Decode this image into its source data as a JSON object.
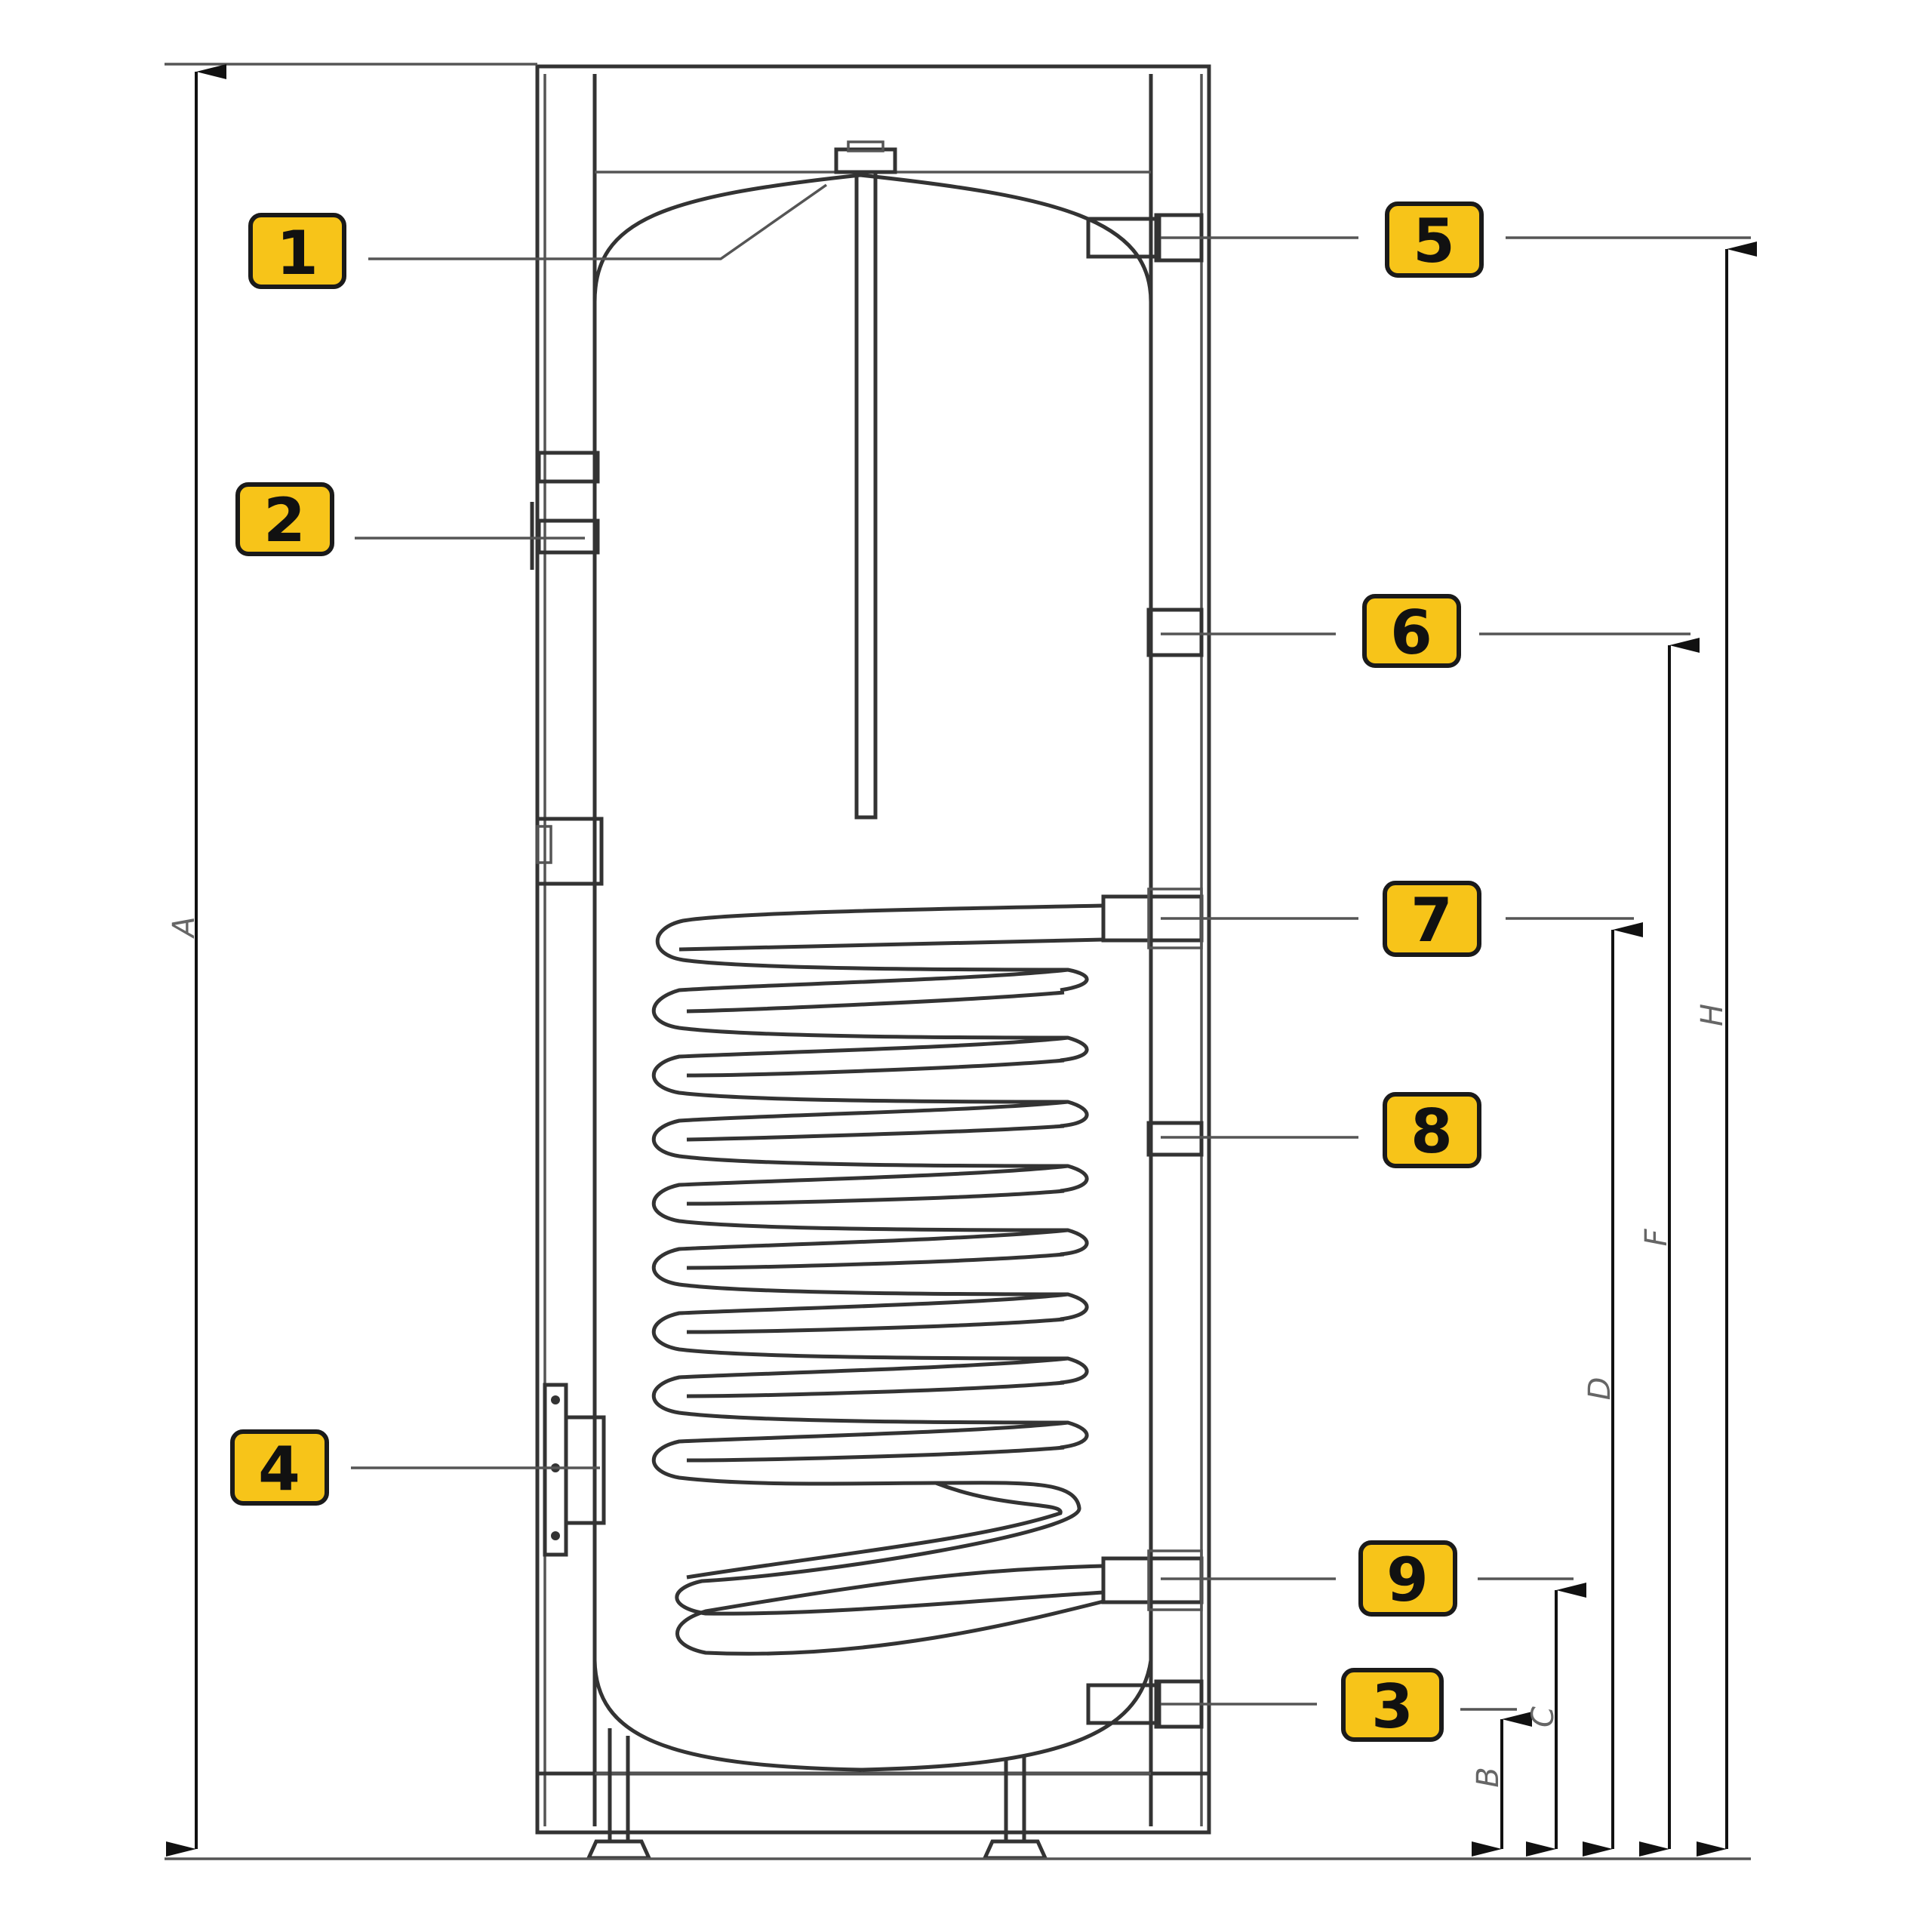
{
  "diagram": {
    "callouts": [
      {
        "id": "1",
        "label": "1"
      },
      {
        "id": "2",
        "label": "2"
      },
      {
        "id": "3",
        "label": "3"
      },
      {
        "id": "4",
        "label": "4"
      },
      {
        "id": "5",
        "label": "5"
      },
      {
        "id": "6",
        "label": "6"
      },
      {
        "id": "7",
        "label": "7"
      },
      {
        "id": "8",
        "label": "8"
      },
      {
        "id": "9",
        "label": "9"
      }
    ],
    "dimensions": {
      "A": "A",
      "B": "B",
      "C": "C",
      "D": "D",
      "F": "F",
      "H": "H"
    },
    "colors": {
      "badge_fill": "#f7c419",
      "outline": "#333333"
    }
  }
}
